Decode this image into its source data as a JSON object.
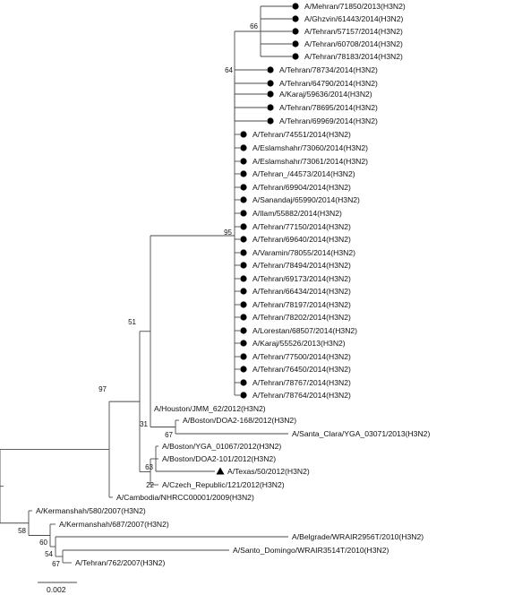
{
  "tree": {
    "taxa": [
      {
        "id": "t01",
        "label": "A/Mehran/71850/2013(H3N2)",
        "marker": "circle"
      },
      {
        "id": "t02",
        "label": "A/Ghzvin/61443/2014(H3N2)",
        "marker": "circle"
      },
      {
        "id": "t03",
        "label": "A/Tehran/57157/2014(H3N2)",
        "marker": "circle"
      },
      {
        "id": "t04",
        "label": "A/Tehran/60708/2014(H3N2)",
        "marker": "circle"
      },
      {
        "id": "t05",
        "label": "A/Tehran/78183/2014(H3N2)",
        "marker": "circle"
      },
      {
        "id": "t06",
        "label": "A/Tehran/78734/2014(H3N2)",
        "marker": "circle"
      },
      {
        "id": "t07",
        "label": "A/Tehran/64790/2014(H3N2)",
        "marker": "circle"
      },
      {
        "id": "t08",
        "label": "A/Karaj/59636/2014(H3N2)",
        "marker": "circle"
      },
      {
        "id": "t09",
        "label": "A/Tehran/78695/2014(H3N2)",
        "marker": "circle"
      },
      {
        "id": "t10",
        "label": "A/Tehran/69969/2014(H3N2)",
        "marker": "circle"
      },
      {
        "id": "t11",
        "label": "A/Tehran/74551/2014(H3N2)",
        "marker": "circle"
      },
      {
        "id": "t12",
        "label": "A/Eslamshahr/73060/2014(H3N2)",
        "marker": "circle"
      },
      {
        "id": "t13",
        "label": "A/Eslamshahr/73061/2014(H3N2)",
        "marker": "circle"
      },
      {
        "id": "t14",
        "label": "A/Tehran_/44573/2014(H3N2)",
        "marker": "circle"
      },
      {
        "id": "t15",
        "label": "A/Tehran/69904/2014(H3N2)",
        "marker": "circle"
      },
      {
        "id": "t16",
        "label": "A/Sanandaj/65990/2014(H3N2)",
        "marker": "circle"
      },
      {
        "id": "t17",
        "label": "A/Ilam/55882/2014(H3N2)",
        "marker": "circle"
      },
      {
        "id": "t18",
        "label": "A/Tehran/77150/2014(H3N2)",
        "marker": "circle"
      },
      {
        "id": "t19",
        "label": "A/Tehran/69640/2014(H3N2)",
        "marker": "circle"
      },
      {
        "id": "t20",
        "label": "A/Varamin/78055/2014(H3N2)",
        "marker": "circle"
      },
      {
        "id": "t21",
        "label": "A/Tehran/78494/2014(H3N2)",
        "marker": "circle"
      },
      {
        "id": "t22",
        "label": "A/Tehran/69173/2014(H3N2)",
        "marker": "circle"
      },
      {
        "id": "t23",
        "label": "A/Tehran/66434/2014(H3N2)",
        "marker": "circle"
      },
      {
        "id": "t24",
        "label": "A/Tehran/78197/2014(H3N2)",
        "marker": "circle"
      },
      {
        "id": "t25",
        "label": "A/Tehran/78202/2014(H3N2)",
        "marker": "circle"
      },
      {
        "id": "t26",
        "label": "A/Lorestan/68507/2014(H3N2)",
        "marker": "circle"
      },
      {
        "id": "t27",
        "label": "A/Karaj/55526/2013(H3N2)",
        "marker": "circle"
      },
      {
        "id": "t28",
        "label": "A/Tehran/77500/2014(H3N2)",
        "marker": "circle"
      },
      {
        "id": "t29",
        "label": "A/Tehran/76450/2014(H3N2)",
        "marker": "circle"
      },
      {
        "id": "t30",
        "label": "A/Tehran/78767/2014(H3N2)",
        "marker": "circle"
      },
      {
        "id": "t31",
        "label": "A/Tehran/78764/2014(H3N2)",
        "marker": "circle"
      },
      {
        "id": "t32",
        "label": "A/Houston/JMM_62/2012(H3N2)",
        "marker": ""
      },
      {
        "id": "t33",
        "label": "A/Boston/DOA2-168/2012(H3N2)",
        "marker": ""
      },
      {
        "id": "t34",
        "label": "A/Santa_Clara/YGA_03071/2013(H3N2)",
        "marker": ""
      },
      {
        "id": "t35",
        "label": "A/Boston/YGA_01067/2012(H3N2)",
        "marker": ""
      },
      {
        "id": "t36",
        "label": "A/Boston/DOA2-101/2012(H3N2)",
        "marker": ""
      },
      {
        "id": "t37",
        "label": "A/Texas/50/2012(H3N2)",
        "marker": "triangle"
      },
      {
        "id": "t38",
        "label": "A/Czech_Republic/121/2012(H3N2)",
        "marker": ""
      },
      {
        "id": "t39",
        "label": "A/Cambodia/NHRCC00001/2009(H3N2)",
        "marker": ""
      },
      {
        "id": "t40",
        "label": "A/Kermanshah/580/2007(H3N2)",
        "marker": ""
      },
      {
        "id": "t41",
        "label": "A/Kermanshah/687/2007(H3N2)",
        "marker": ""
      },
      {
        "id": "t42",
        "label": "A/Belgrade/WRAIR2956T/2010(H3N2)",
        "marker": ""
      },
      {
        "id": "t43",
        "label": "A/Santo_Domingo/WRAIR3514T/2010(H3N2)",
        "marker": ""
      },
      {
        "id": "t44",
        "label": "A/Tehran/762/2007(H3N2)",
        "marker": ""
      }
    ],
    "bootstrap": [
      {
        "node": "n66",
        "value": "66"
      },
      {
        "node": "n64",
        "value": "64"
      },
      {
        "node": "n95",
        "value": "95"
      },
      {
        "node": "n51",
        "value": "51"
      },
      {
        "node": "n97",
        "value": "97"
      },
      {
        "node": "n31",
        "value": "31"
      },
      {
        "node": "n67a",
        "value": "67"
      },
      {
        "node": "n63",
        "value": "63"
      },
      {
        "node": "n22",
        "value": "22"
      },
      {
        "node": "n58",
        "value": "58"
      },
      {
        "node": "n60",
        "value": "60"
      },
      {
        "node": "n54",
        "value": "54"
      },
      {
        "node": "n67b",
        "value": "67"
      }
    ],
    "scale_bar": {
      "label": "0.002"
    },
    "colors": {
      "branch": "#4a4a4a",
      "marker": "#000000",
      "text": "#111111"
    }
  }
}
